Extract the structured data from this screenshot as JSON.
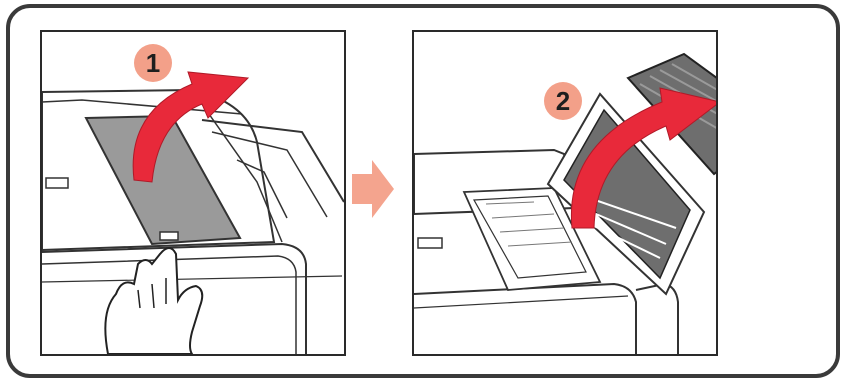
{
  "steps": [
    {
      "number": "1",
      "action": "lift-cover"
    },
    {
      "number": "2",
      "action": "open-scanner-unit"
    }
  ],
  "colors": {
    "frame": "#3a3a3a",
    "arrow_red": "#e8293a",
    "badge": "#f3a089",
    "next_arrow": "#f4a48e",
    "cover_gray": "#9a9a9a",
    "dark_part": "#6e6e6e"
  },
  "icons": {
    "next": "right-arrow-icon",
    "rotate": "curved-arrow-icon"
  }
}
